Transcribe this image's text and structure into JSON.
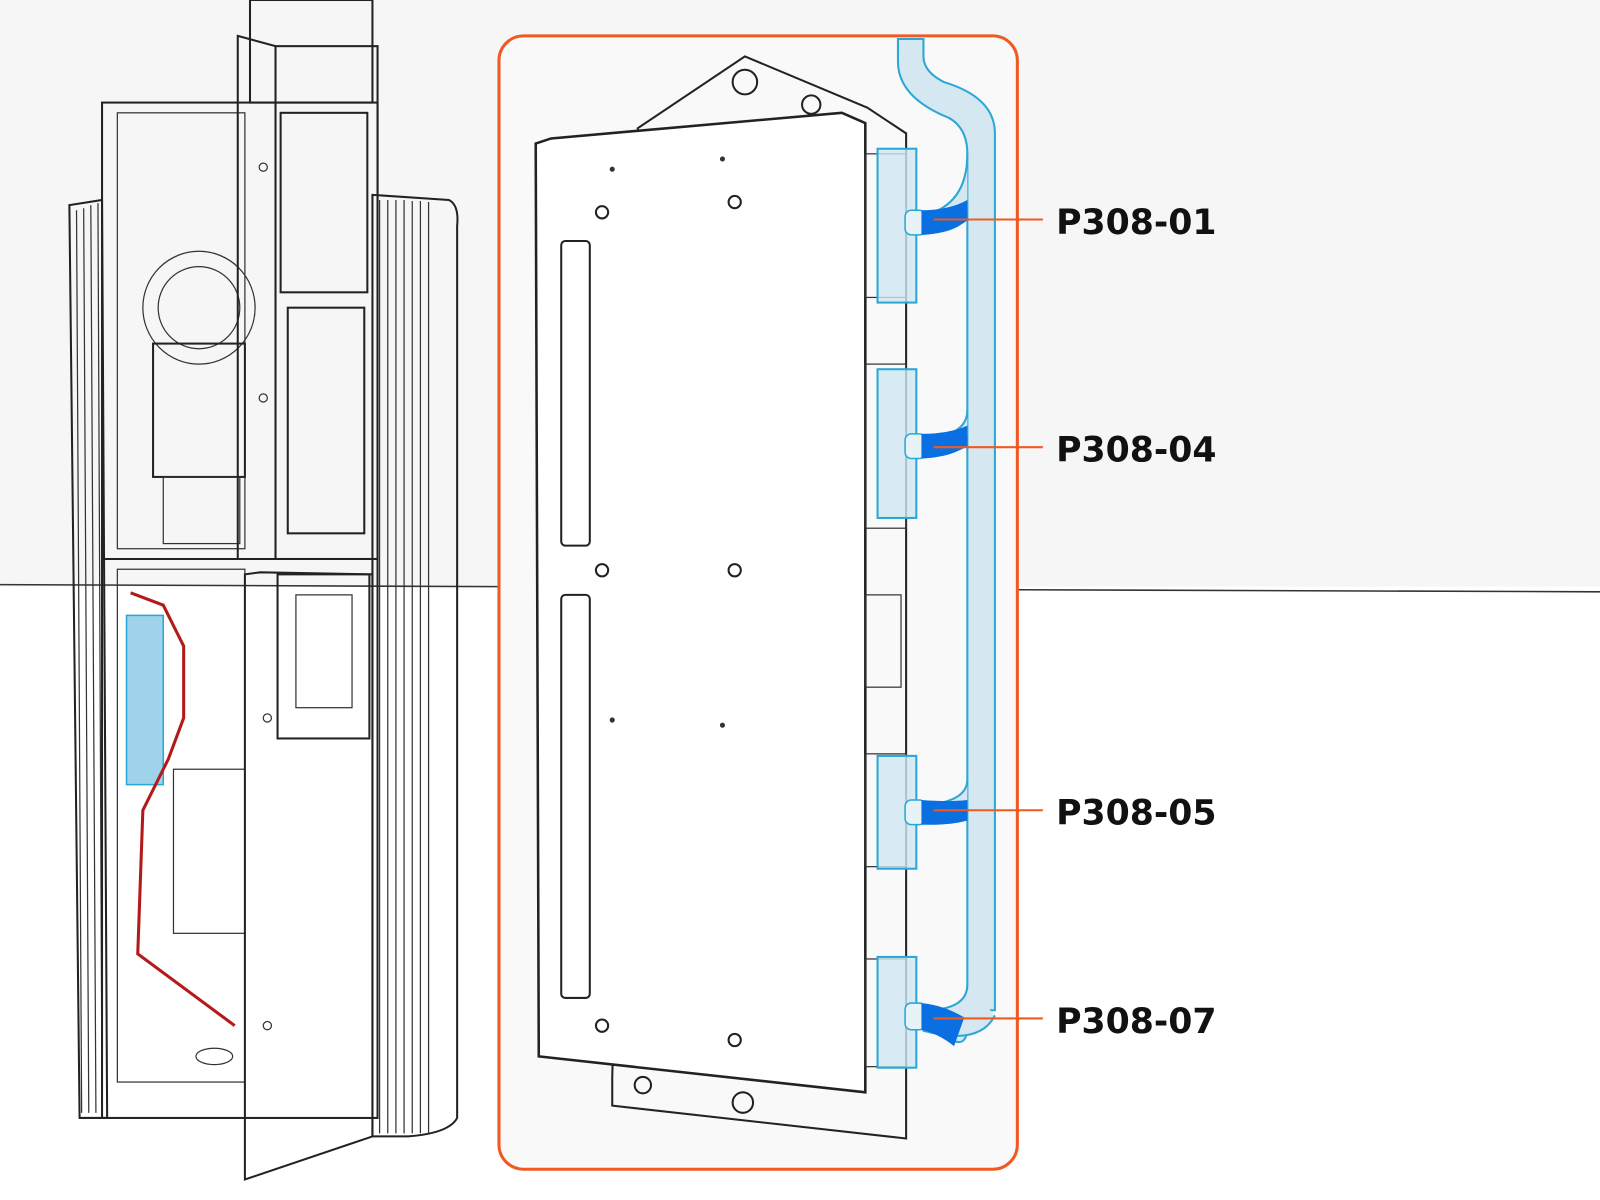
{
  "diagram": {
    "colors": {
      "highlight_frame": "#f05a22",
      "leader_line": "#f05a22",
      "tube_fill": "#d5e8f1",
      "tube_stroke": "#2aa7d6",
      "connector_plug": "#0a6fe0",
      "background_wall": "#f6f6f6"
    },
    "callouts": [
      {
        "label": "P308-01"
      },
      {
        "label": "P308-04"
      },
      {
        "label": "P308-05"
      },
      {
        "label": "P308-07"
      }
    ]
  }
}
